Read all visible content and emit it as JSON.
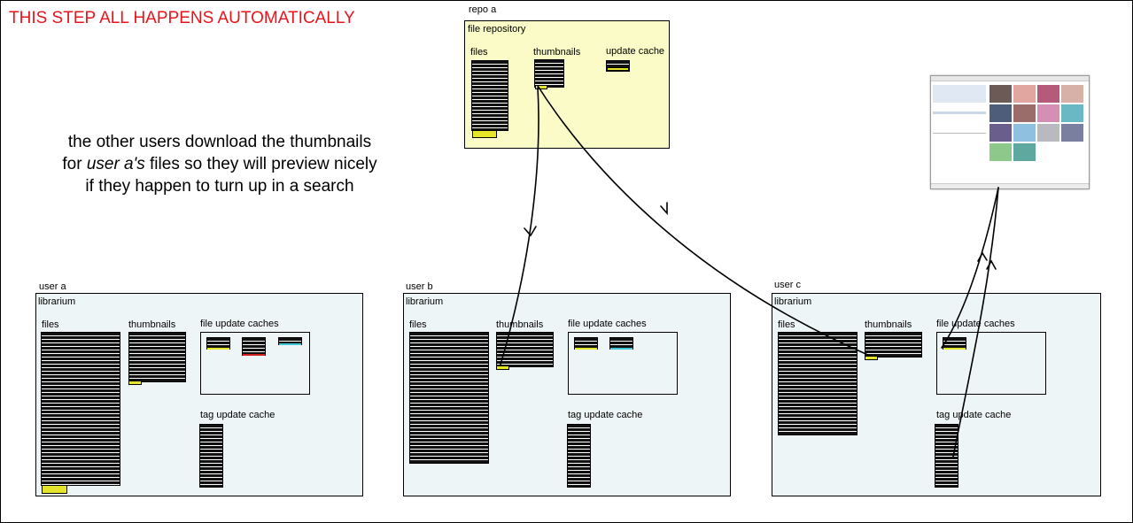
{
  "banner": "THIS STEP ALL HAPPENS AUTOMATICALLY",
  "caption": {
    "line1": "the other users download the thumbnails",
    "line2_pre": "for ",
    "line2_em": "user a's",
    "line2_post": " files so they will preview nicely",
    "line3": "if they happen to turn up in a search"
  },
  "repo": {
    "outer_label": "repo a",
    "inner_label": "file repository",
    "files": "files",
    "thumbnails": "thumbnails",
    "update_cache": "update cache"
  },
  "users": [
    {
      "outer_label": "user a",
      "inner_label": "librarium",
      "files": "files",
      "thumbnails": "thumbnails",
      "file_update_caches": "file update caches",
      "tag_update_cache": "tag update cache"
    },
    {
      "outer_label": "user b",
      "inner_label": "librarium",
      "files": "files",
      "thumbnails": "thumbnails",
      "file_update_caches": "file update caches",
      "tag_update_cache": "tag update cache"
    },
    {
      "outer_label": "user c",
      "inner_label": "librarium",
      "files": "files",
      "thumbnails": "thumbnails",
      "file_update_caches": "file update caches",
      "tag_update_cache": "tag update cache"
    }
  ],
  "colors": {
    "banner": "#e8141c",
    "repo_fill": "#fbfbc8",
    "lib_fill": "#eef5f7",
    "yellow": "#e5e52a",
    "red": "#d01f1f",
    "cyan": "#3fc7d8"
  }
}
